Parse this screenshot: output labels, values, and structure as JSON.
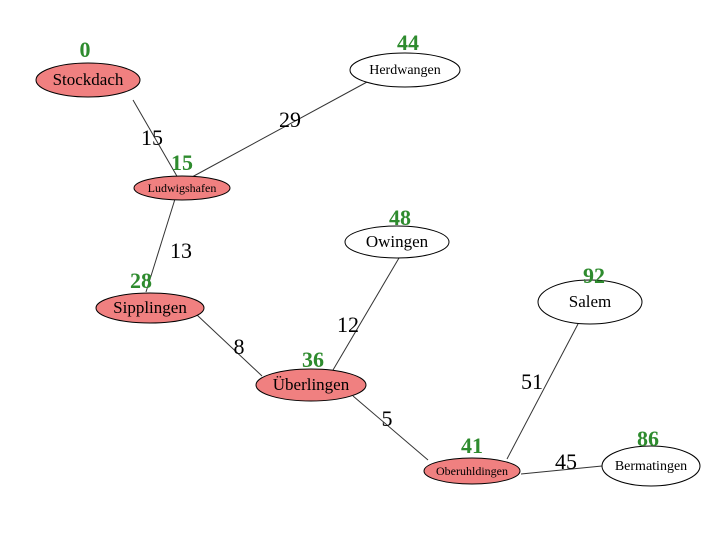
{
  "colors": {
    "visited_fill": "#f08080",
    "unvisited_fill": "#ffffff",
    "stroke": "#000000",
    "distance": "#2e8b2e",
    "edge": "#333333"
  },
  "nodes": [
    {
      "id": "stockdach",
      "label": "Stockdach",
      "distance": "0",
      "visited": true
    },
    {
      "id": "herdwangen",
      "label": "Herdwangen",
      "distance": "44",
      "visited": false
    },
    {
      "id": "ludwigshafen",
      "label": "Ludwigshafen",
      "distance": "15",
      "visited": true
    },
    {
      "id": "owingen",
      "label": "Owingen",
      "distance": "48",
      "visited": false
    },
    {
      "id": "sipplingen",
      "label": "Sipplingen",
      "distance": "28",
      "visited": true
    },
    {
      "id": "salem",
      "label": "Salem",
      "distance": "92",
      "visited": false
    },
    {
      "id": "ueberlingen",
      "label": "Überlingen",
      "distance": "36",
      "visited": true
    },
    {
      "id": "oberuhldingen",
      "label": "Oberuhldingen",
      "distance": "41",
      "visited": true
    },
    {
      "id": "bermatingen",
      "label": "Bermatingen",
      "distance": "86",
      "visited": false
    }
  ],
  "edges": [
    {
      "from": "stockdach",
      "to": "ludwigshafen",
      "weight": "15"
    },
    {
      "from": "ludwigshafen",
      "to": "herdwangen",
      "weight": "29"
    },
    {
      "from": "ludwigshafen",
      "to": "sipplingen",
      "weight": "13"
    },
    {
      "from": "sipplingen",
      "to": "ueberlingen",
      "weight": "8"
    },
    {
      "from": "ueberlingen",
      "to": "owingen",
      "weight": "12"
    },
    {
      "from": "ueberlingen",
      "to": "oberuhldingen",
      "weight": "5"
    },
    {
      "from": "oberuhldingen",
      "to": "salem",
      "weight": "51"
    },
    {
      "from": "oberuhldingen",
      "to": "bermatingen",
      "weight": "45"
    }
  ]
}
